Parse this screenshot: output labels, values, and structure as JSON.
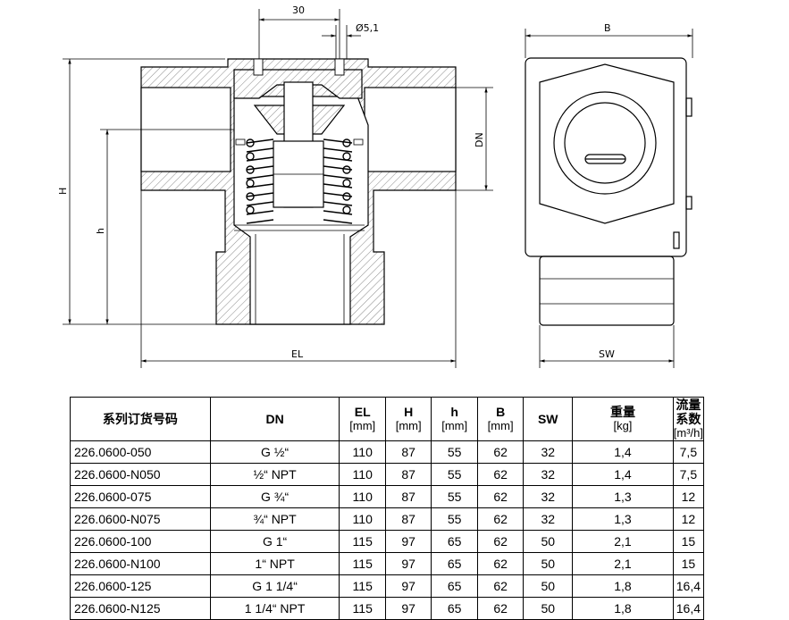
{
  "drawing": {
    "dim_30": "30",
    "dim_hole": "Ø5,1",
    "dim_H": "H",
    "dim_h": "h",
    "dim_DN": "DN",
    "dim_EL": "EL",
    "dim_B": "B",
    "dim_SW": "SW"
  },
  "table": {
    "headers": [
      {
        "title": "系列订货号码",
        "unit": ""
      },
      {
        "title": "DN",
        "unit": ""
      },
      {
        "title": "EL",
        "unit": "[mm]"
      },
      {
        "title": "H",
        "unit": "[mm]"
      },
      {
        "title": "h",
        "unit": "[mm]"
      },
      {
        "title": "B",
        "unit": "[mm]"
      },
      {
        "title": "SW",
        "unit": ""
      },
      {
        "title": "重量",
        "unit": "[kg]"
      },
      {
        "title": "流量系数",
        "unit": "[m³/h]"
      }
    ],
    "rows": [
      [
        "226.0600-050",
        "G ½“",
        "110",
        "87",
        "55",
        "62",
        "32",
        "1,4",
        "7,5"
      ],
      [
        "226.0600-N050",
        "½“ NPT",
        "110",
        "87",
        "55",
        "62",
        "32",
        "1,4",
        "7,5"
      ],
      [
        "226.0600-075",
        "G ¾“",
        "110",
        "87",
        "55",
        "62",
        "32",
        "1,3",
        "12"
      ],
      [
        "226.0600-N075",
        "¾“ NPT",
        "110",
        "87",
        "55",
        "62",
        "32",
        "1,3",
        "12"
      ],
      [
        "226.0600-100",
        "G 1“",
        "115",
        "97",
        "65",
        "62",
        "50",
        "2,1",
        "15"
      ],
      [
        "226.0600-N100",
        "1“ NPT",
        "115",
        "97",
        "65",
        "62",
        "50",
        "2,1",
        "15"
      ],
      [
        "226.0600-125",
        "G 1 1/4“",
        "115",
        "97",
        "65",
        "62",
        "50",
        "1,8",
        "16,4"
      ],
      [
        "226.0600-N125",
        "1 1/4“ NPT",
        "115",
        "97",
        "65",
        "62",
        "50",
        "1,8",
        "16,4"
      ]
    ]
  }
}
